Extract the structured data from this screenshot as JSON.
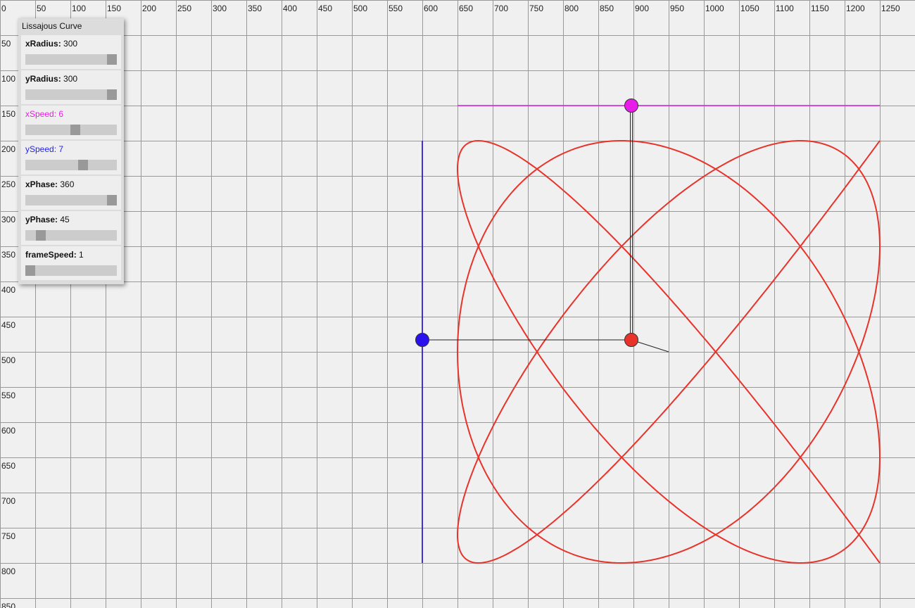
{
  "panel": {
    "title": "Lissajous Curve",
    "params": [
      {
        "name": "xRadius",
        "value": "300",
        "fraction": 1.0,
        "color": "#111111"
      },
      {
        "name": "yRadius",
        "value": "300",
        "fraction": 1.0,
        "color": "#111111"
      },
      {
        "name": "xSpeed",
        "value": "6",
        "fraction": 0.55,
        "color": "#e81ce8"
      },
      {
        "name": "ySpeed",
        "value": "7",
        "fraction": 0.65,
        "color": "#2222ee"
      },
      {
        "name": "xPhase",
        "value": "360",
        "fraction": 1.0,
        "color": "#111111"
      },
      {
        "name": "yPhase",
        "value": "45",
        "fraction": 0.13,
        "color": "#111111"
      },
      {
        "name": "frameSpeed",
        "value": "1",
        "fraction": 0.0,
        "color": "#111111"
      }
    ]
  },
  "grid": {
    "x_ticks": [
      "0",
      "50",
      "100",
      "150",
      "200",
      "250",
      "300",
      "350",
      "400",
      "450",
      "500",
      "550",
      "600",
      "650",
      "700",
      "750",
      "800",
      "850",
      "900",
      "950",
      "1000",
      "1050",
      "1100",
      "1150",
      "1200",
      "1250"
    ],
    "y_ticks": [
      "50",
      "100",
      "150",
      "200",
      "250",
      "300",
      "350",
      "400",
      "450",
      "500",
      "550",
      "600",
      "650",
      "700",
      "750",
      "800",
      "850"
    ]
  },
  "colors": {
    "curve": "#e8332a",
    "x_guide": "#e81ce8",
    "y_guide": "#1a00e0",
    "point": "#e8332a",
    "x_marker": "#e81ce8",
    "y_marker": "#2a10ee",
    "grid_line": "#999999",
    "background": "#f0f0f0"
  },
  "curve_model": {
    "center_x": 950,
    "center_y": 500,
    "x_radius": 300,
    "y_radius": 300,
    "x_speed": 6,
    "y_speed": 7,
    "x_phase_deg": 360,
    "y_phase_deg": 45,
    "current_point": {
      "x": 897,
      "y": 483
    },
    "x_marker": {
      "x": 897,
      "y": 150
    },
    "y_marker": {
      "x": 600,
      "y": 483
    },
    "x_guide": {
      "from": 650,
      "to": 1250,
      "y": 150
    },
    "y_guide": {
      "from": 200,
      "to": 800,
      "x": 600
    }
  }
}
